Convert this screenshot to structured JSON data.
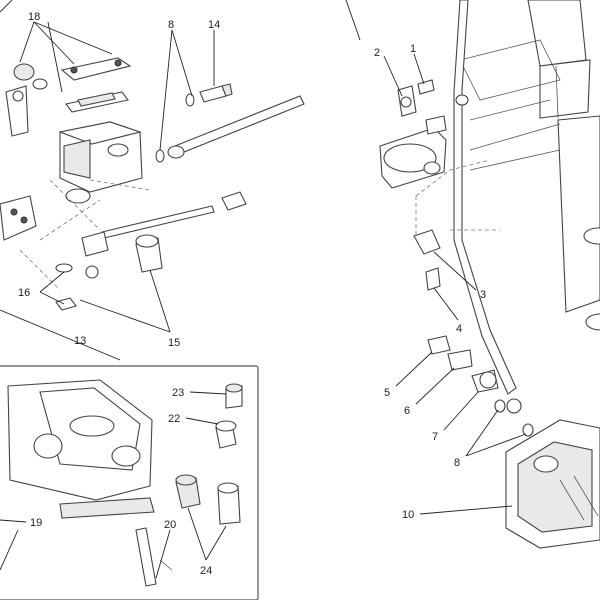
{
  "callouts": {
    "c1": "1",
    "c2": "2",
    "c3": "3",
    "c4": "4",
    "c5": "5",
    "c6": "6",
    "c7": "7",
    "c8_left": "8",
    "c8_right": "8",
    "c10": "10",
    "c13": "13",
    "c14": "14",
    "c15": "15",
    "c16": "16",
    "c18": "18",
    "c19": "19",
    "c20": "20",
    "c22": "22",
    "c23": "23",
    "c24": "24"
  }
}
